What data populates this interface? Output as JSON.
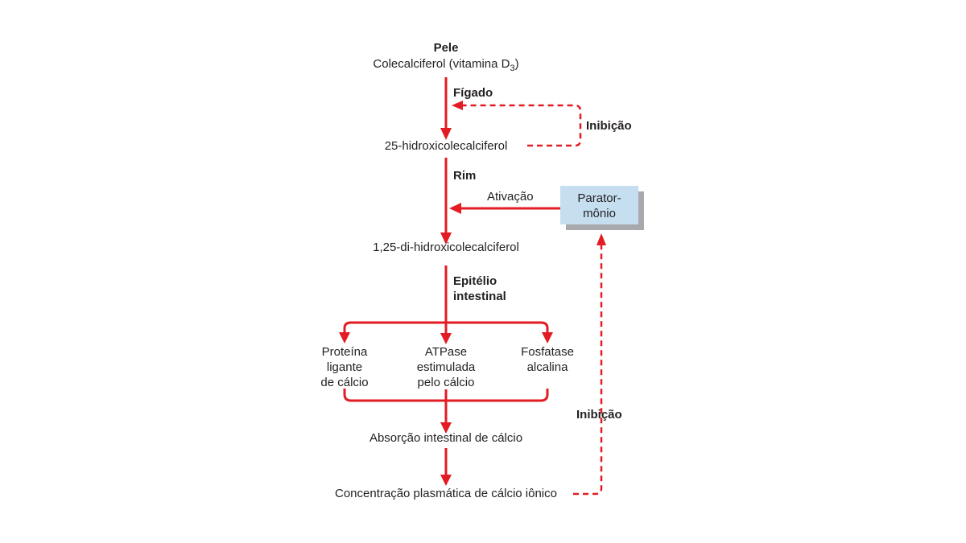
{
  "diagram": {
    "pele": "Pele",
    "colecalciferol": "Colecalciferol (vitamina D",
    "d3_sub": "3",
    "colecalciferol_close": ")",
    "figado": "Fígado",
    "inibicao_top": "Inibição",
    "hidroxi25": "25-hidroxicolecalciferol",
    "rim": "Rim",
    "ativacao": "Ativação",
    "paratormonio_line1": "Parator-",
    "paratormonio_line2": "mônio",
    "dihidroxi": "1,25-di-hidroxicolecalciferol",
    "epitelio_line1": "Epitélio",
    "epitelio_line2": "intestinal",
    "proteina_line1": "Proteína",
    "proteina_line2": "ligante",
    "proteina_line3": "de cálcio",
    "atpase_line1": "ATPase",
    "atpase_line2": "estimulada",
    "atpase_line3": "pelo cálcio",
    "fosfatase_line1": "Fosfatase",
    "fosfatase_line2": "alcalina",
    "inibicao_right": "Inibição",
    "absorcao": "Absorção intestinal de cálcio",
    "concentracao": "Concentração plasmática de cálcio iônico"
  },
  "colors": {
    "arrow_red": "#e31b23",
    "box_fill": "#c5def0",
    "box_shadow": "#a7a9ac",
    "text": "#231f20"
  }
}
